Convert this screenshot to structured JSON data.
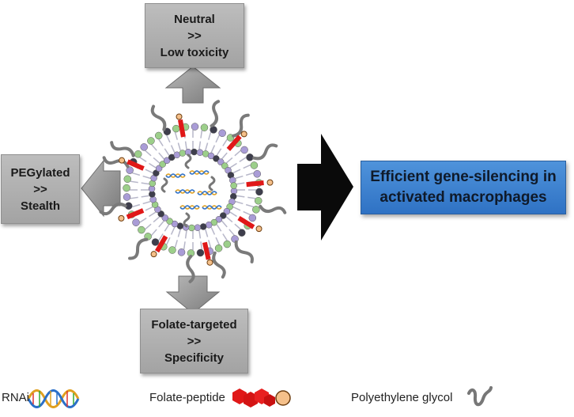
{
  "boxes": {
    "top": [
      "Neutral",
      ">>",
      "Low toxicity"
    ],
    "left": [
      "PEGylated",
      ">>",
      "Stealth"
    ],
    "bottom": [
      "Folate-targeted",
      ">>",
      "Specificity"
    ]
  },
  "result": [
    "Efficient gene-silencing in",
    "activated macrophages"
  ],
  "legend": {
    "rnai": "RNAi",
    "folate": "Folate-peptide",
    "peg": "Polyethylene glycol"
  },
  "colors": {
    "box_fill": "#b0b0b0",
    "result_fill": "#3f84d2",
    "big_arrow": "#0a0a0a",
    "lipid_green": "#9ccf8a",
    "lipid_purple": "#a99cd6",
    "lipid_dark": "#3e3e4c",
    "folate_red": "#e01818",
    "folate_head": "#f5c08a",
    "peg_gray": "#7a7a7a"
  }
}
